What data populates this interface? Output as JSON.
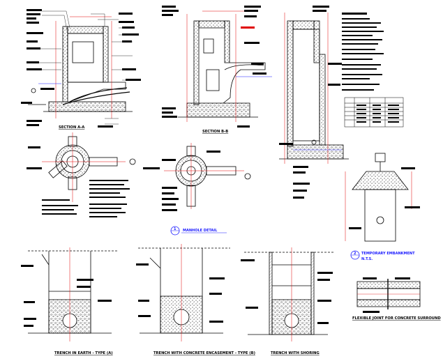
{
  "titles": {
    "section_a": "SECTION A-A",
    "section_b": "SECTION B-B",
    "manhole_detail": "MANHOLE DETAIL",
    "temporary_embankment": "TEMPORARY EMBANKMENT",
    "trench_earth": "TRENCH IN EARTH - TYPE (A)",
    "trench_concrete": "TRENCH WITH CONCRETE ENCASEMENT - TYPE (B)",
    "trench_shoring": "TRENCH WITH SHORING",
    "flexible_joint": "FLEXIBLE JOINT FOR CONCRETE SURROUND"
  },
  "callouts": {
    "manhole_detail_num": "1",
    "temporary_embankment_num": "2",
    "temporary_embankment_sub": "N.T.S."
  },
  "colors": {
    "line": "#000000",
    "dim": "#e00000",
    "accent": "#1a1aff",
    "hatch": "#444444"
  }
}
